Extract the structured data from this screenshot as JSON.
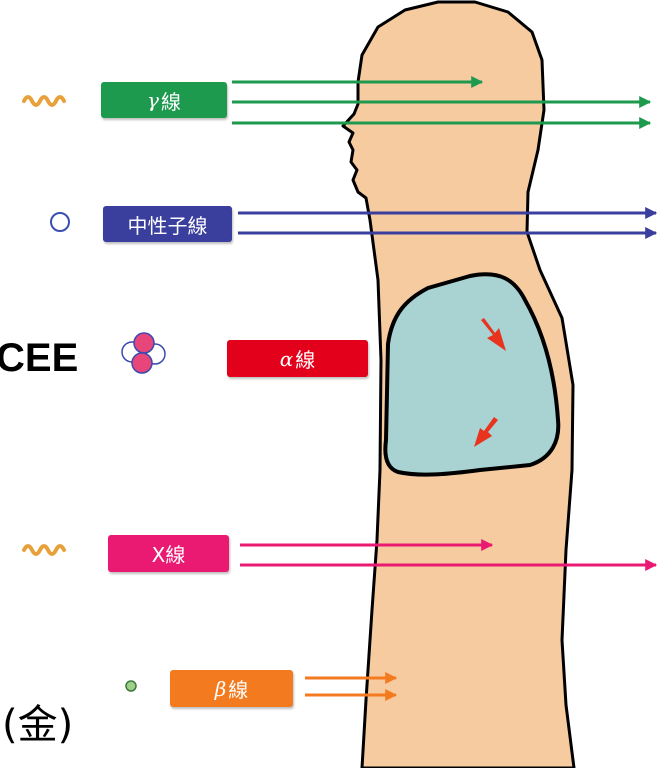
{
  "labels": {
    "gamma": {
      "symbol": "γ",
      "text": "線",
      "color": "#1d9a4e"
    },
    "neutron": {
      "text": "中性子線",
      "color": "#3a3e9c"
    },
    "alpha": {
      "symbol": "α",
      "text": "線",
      "color": "#e3001b"
    },
    "xray": {
      "text": "X線",
      "color": "#ea1a72"
    },
    "beta": {
      "symbol": "β",
      "text": "線",
      "color": "#f47a20"
    }
  },
  "fragments": {
    "left_text": "CEE",
    "bottom_left": "(金)"
  },
  "colors": {
    "body_fill": "#f7cba0",
    "lung_fill": "#a9d3d3",
    "gamma_arrow": "#1d9a4e",
    "neutron_arrow": "#3a3e9c",
    "xray_arrow": "#ea1a72",
    "beta_arrow": "#f47a20",
    "red_arrow": "#e8331e",
    "wave_icon": "#e8a13a"
  },
  "icons": [
    "gamma-wave-icon",
    "neutron-circle-icon",
    "alpha-particle-icon",
    "xray-wave-icon",
    "beta-dot-icon"
  ]
}
